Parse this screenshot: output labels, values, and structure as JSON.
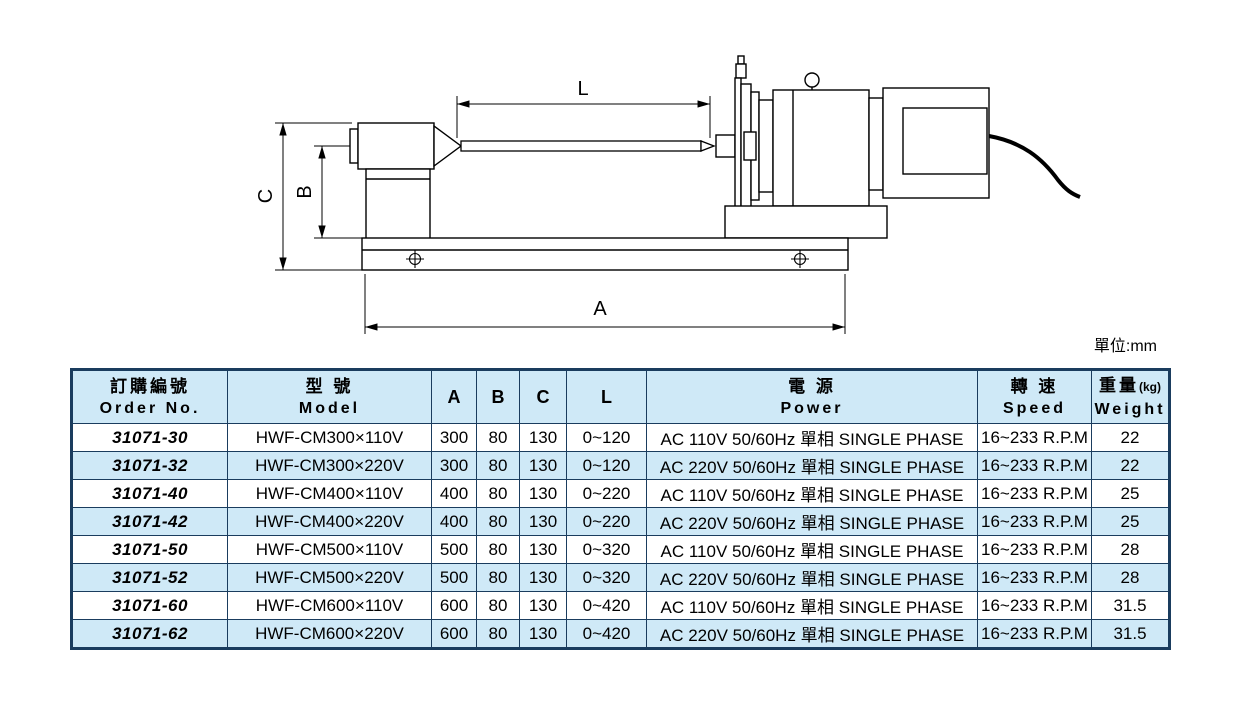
{
  "colors": {
    "border": "#1a3c5e",
    "header_bg": "#cfe9f7",
    "stripe_bg": "#cfe9f7"
  },
  "diagram": {
    "dim_L": "L",
    "dim_A": "A",
    "dim_B": "B",
    "dim_C": "C",
    "unit_note": "單位:mm"
  },
  "table": {
    "headers": {
      "order": {
        "zh": "訂購編號",
        "en": "Order No."
      },
      "model": {
        "zh": "型 號",
        "en": "Model"
      },
      "a": "A",
      "b": "B",
      "c": "C",
      "l": "L",
      "power": {
        "zh": "電 源",
        "en": "Power"
      },
      "speed": {
        "zh": "轉 速",
        "en": "Speed"
      },
      "weight": {
        "zh": "重量",
        "unit": "(kg)",
        "en": "Weight"
      }
    },
    "rows": [
      {
        "order": "31071-30",
        "model": "HWF-CM300×110V",
        "a": "300",
        "b": "80",
        "c": "130",
        "l": "0~120",
        "power": "AC 110V 50/60Hz 單相 SINGLE PHASE",
        "speed": "16~233 R.P.M",
        "weight": "22"
      },
      {
        "order": "31071-32",
        "model": "HWF-CM300×220V",
        "a": "300",
        "b": "80",
        "c": "130",
        "l": "0~120",
        "power": "AC 220V 50/60Hz 單相 SINGLE PHASE",
        "speed": "16~233 R.P.M",
        "weight": "22"
      },
      {
        "order": "31071-40",
        "model": "HWF-CM400×110V",
        "a": "400",
        "b": "80",
        "c": "130",
        "l": "0~220",
        "power": "AC 110V 50/60Hz 單相 SINGLE PHASE",
        "speed": "16~233 R.P.M",
        "weight": "25"
      },
      {
        "order": "31071-42",
        "model": "HWF-CM400×220V",
        "a": "400",
        "b": "80",
        "c": "130",
        "l": "0~220",
        "power": "AC 220V 50/60Hz 單相 SINGLE PHASE",
        "speed": "16~233 R.P.M",
        "weight": "25"
      },
      {
        "order": "31071-50",
        "model": "HWF-CM500×110V",
        "a": "500",
        "b": "80",
        "c": "130",
        "l": "0~320",
        "power": "AC 110V 50/60Hz 單相 SINGLE PHASE",
        "speed": "16~233 R.P.M",
        "weight": "28"
      },
      {
        "order": "31071-52",
        "model": "HWF-CM500×220V",
        "a": "500",
        "b": "80",
        "c": "130",
        "l": "0~320",
        "power": "AC 220V 50/60Hz 單相 SINGLE PHASE",
        "speed": "16~233 R.P.M",
        "weight": "28"
      },
      {
        "order": "31071-60",
        "model": "HWF-CM600×110V",
        "a": "600",
        "b": "80",
        "c": "130",
        "l": "0~420",
        "power": "AC 110V 50/60Hz 單相 SINGLE PHASE",
        "speed": "16~233 R.P.M",
        "weight": "31.5"
      },
      {
        "order": "31071-62",
        "model": "HWF-CM600×220V",
        "a": "600",
        "b": "80",
        "c": "130",
        "l": "0~420",
        "power": "AC 220V 50/60Hz 單相 SINGLE PHASE",
        "speed": "16~233 R.P.M",
        "weight": "31.5"
      }
    ]
  }
}
